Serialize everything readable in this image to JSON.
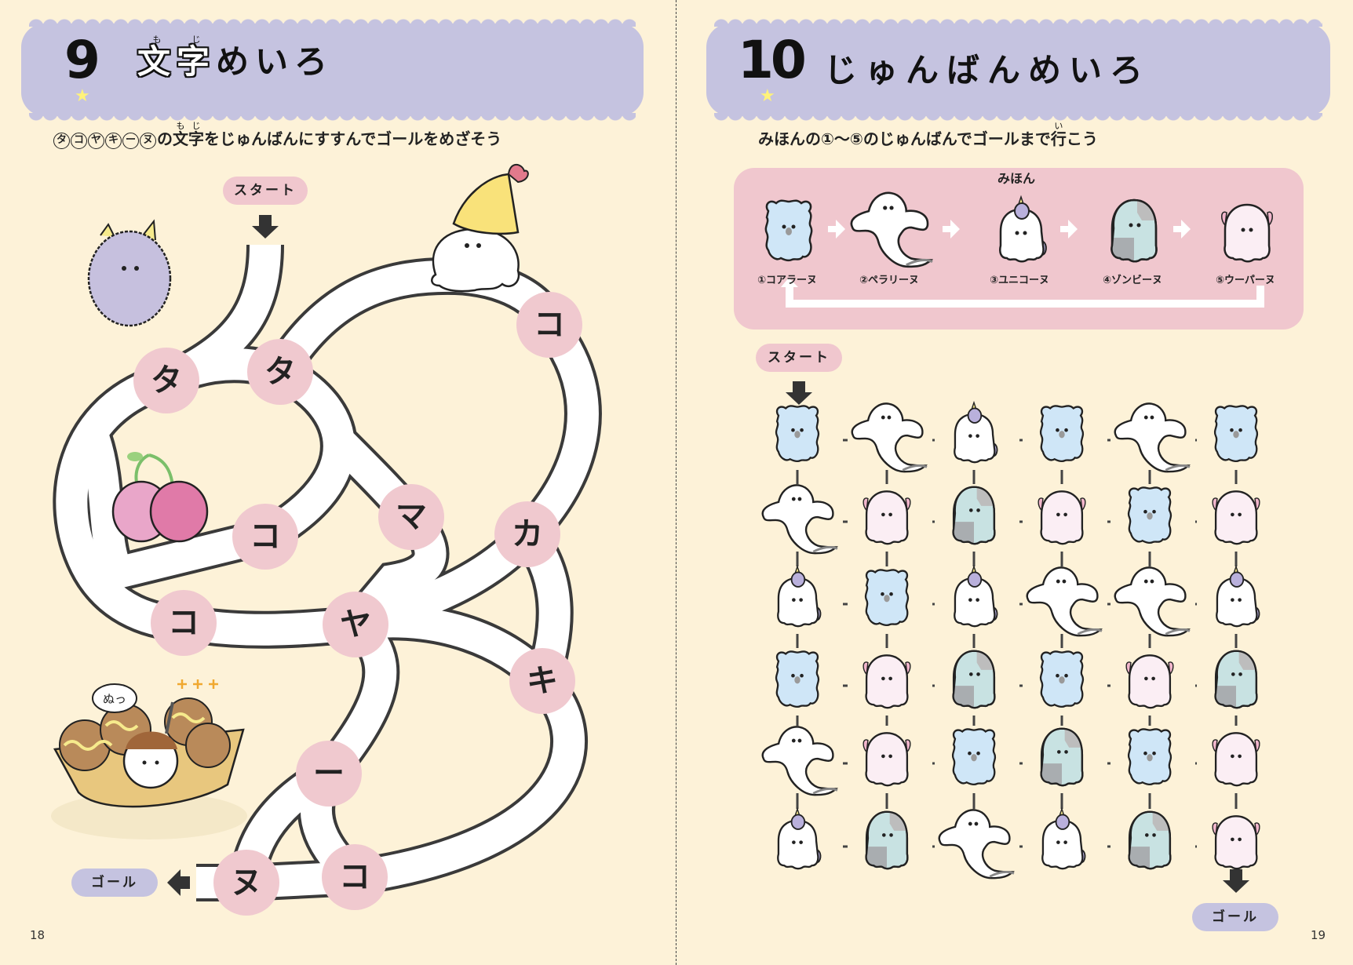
{
  "left_page": {
    "number": "9",
    "title_kanji": [
      {
        "base": "文",
        "ruby": "も"
      },
      {
        "base": "字",
        "ruby": "じ"
      }
    ],
    "title_rest": "めいろ",
    "instruction": {
      "circled": [
        "タ",
        "コ",
        "ヤ",
        "キ",
        "ー",
        "ヌ"
      ],
      "no": "の",
      "kanji": [
        {
          "base": "文",
          "ruby": "も"
        },
        {
          "base": "字",
          "ruby": "じ"
        }
      ],
      "rest": "をじゅんばんにすすんでゴールをめざそう"
    },
    "start_label": "スタート",
    "goal_label": "ゴール",
    "speech_bubble": "ぬっ",
    "maze_letters": [
      "タ",
      "タ",
      "コ",
      "コ",
      "マ",
      "カ",
      "コ",
      "ヤ",
      "キ",
      "ー",
      "ヌ",
      "コ"
    ],
    "page_number": "18"
  },
  "right_page": {
    "number": "10",
    "title": "じゅんばんめいろ",
    "instruction": {
      "pre": "みほんの①～⑤のじゅんばんでゴールまで",
      "kanji": {
        "base": "行",
        "ruby": "い"
      },
      "post": "こう"
    },
    "sample_title": "みほん",
    "sample": [
      {
        "type": "koala",
        "label": "①コアラーヌ"
      },
      {
        "type": "pera",
        "label": "②ペラリーヌ"
      },
      {
        "type": "unicorn",
        "label": "③ユニコーヌ"
      },
      {
        "type": "zombie",
        "label": "④ゾンビーヌ"
      },
      {
        "type": "upa",
        "label": "⑤ウーパーヌ"
      }
    ],
    "grid": [
      [
        "koala",
        "pera",
        "unicorn",
        "koala",
        "pera",
        "koala"
      ],
      [
        "pera",
        "upa",
        "zombie",
        "upa",
        "koala",
        "upa"
      ],
      [
        "unicorn",
        "koala",
        "unicorn",
        "pera",
        "pera",
        "unicorn"
      ],
      [
        "koala",
        "upa",
        "zombie",
        "koala",
        "upa",
        "zombie"
      ],
      [
        "pera",
        "upa",
        "koala",
        "zombie",
        "koala",
        "upa"
      ],
      [
        "unicorn",
        "zombie",
        "pera",
        "unicorn",
        "zombie",
        "upa"
      ]
    ],
    "start_label": "スタート",
    "goal_label": "ゴール",
    "page_number": "19"
  },
  "colors": {
    "background": "#fdf2d8",
    "header": "#c5c3e0",
    "pink": "#f0c7ce",
    "koala": "#cfe6f7",
    "zombie": "#c8e2e2",
    "upa": "#fbeef4"
  }
}
